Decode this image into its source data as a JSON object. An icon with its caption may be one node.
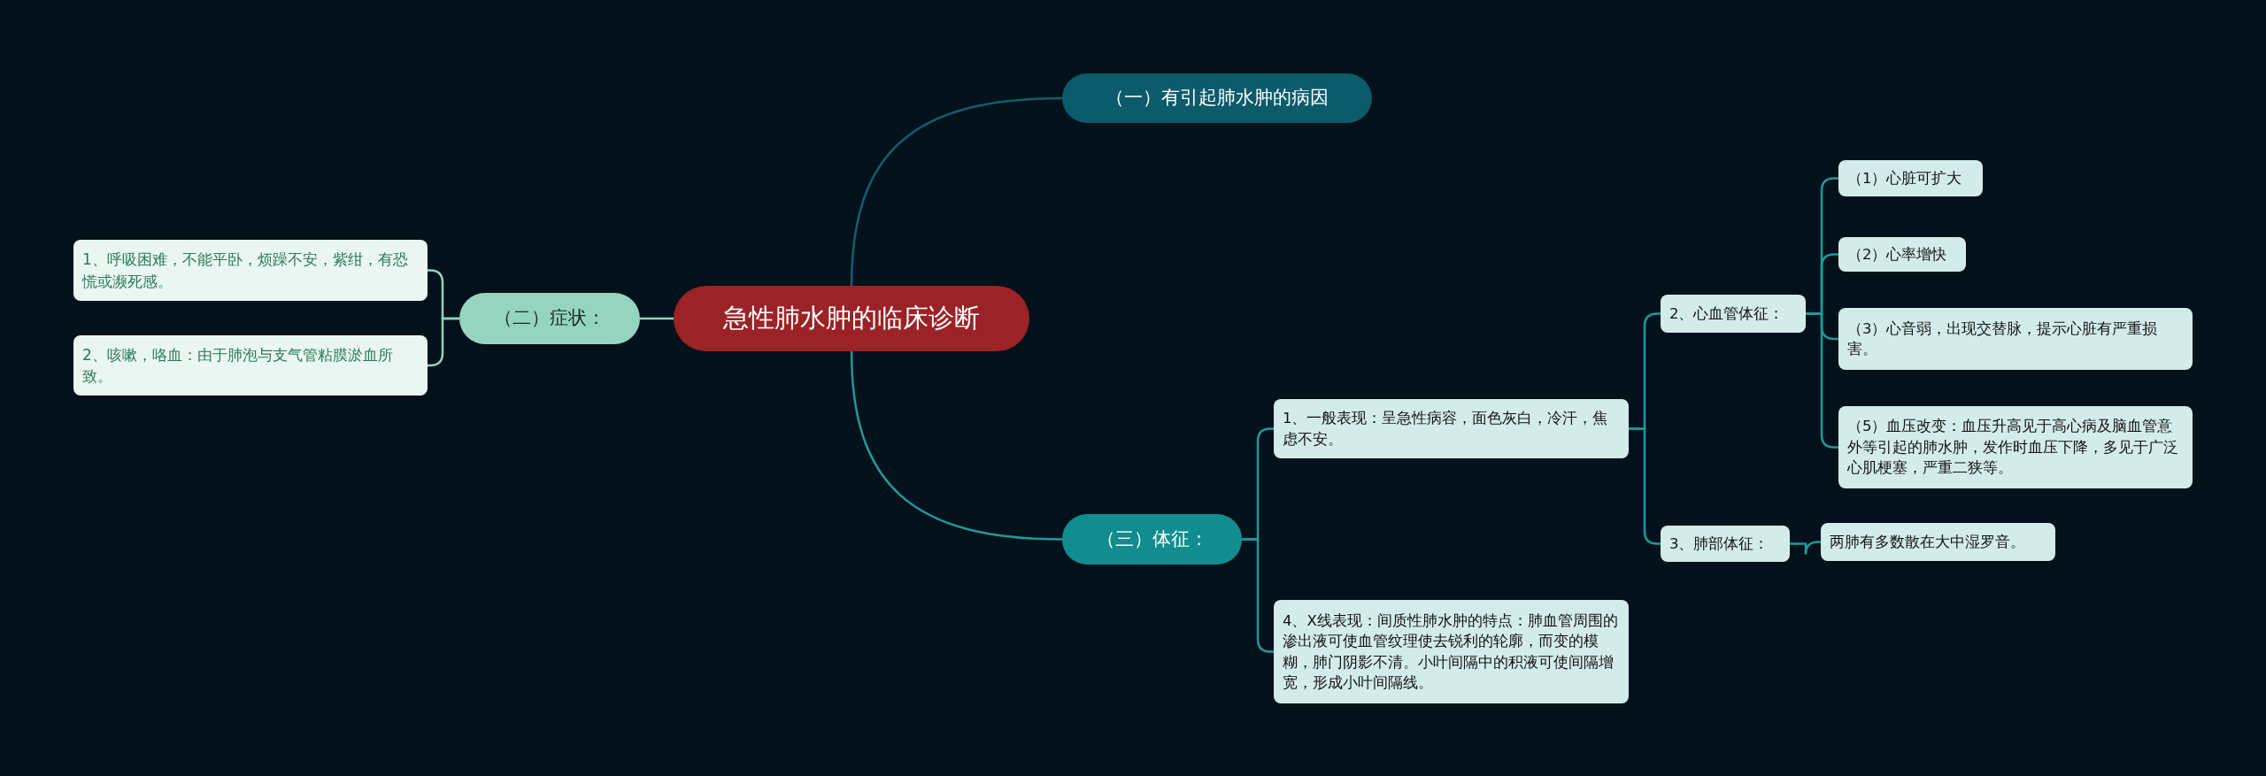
{
  "diagram": {
    "nodes": [
      {
        "text": [
          "急性肺水肿的临床诊断"
        ]
      },
      {
        "text": [
          "（一）有引起肺水肿的病因"
        ]
      },
      {
        "text": [
          "（二）症状："
        ]
      },
      {
        "text": [
          "1、呼吸困难，不能平卧，烦躁不安，紫绀，有恐慌或濒死感。"
        ]
      },
      {
        "text": [
          "2、咳嗽，咯血：由于肺泡与支气管粘膜淤血所致。"
        ]
      },
      {
        "text": [
          "（三）体征："
        ]
      },
      {
        "text": [
          "1、一般表现：呈急性病容，面色灰白，冷汗，焦虑不安。"
        ]
      },
      {
        "text": [
          "4、X线表现：间质性肺水肿的特点：肺血管周围的渗出液可使血管纹理使去锐利的轮廓，而变的模糊，肺门阴影不清。小叶间隔中的积液可使间隔增宽，形成小叶间隔线。"
        ]
      },
      {
        "text": [
          "2、心血管体征："
        ]
      },
      {
        "text": [
          "3、肺部体征："
        ]
      },
      {
        "text": [
          "（1）心脏可扩大"
        ]
      },
      {
        "text": [
          "（2）心率增快"
        ]
      },
      {
        "text": [
          "（3）心音弱，出现交替脉，提示心脏有严重损害。"
        ]
      },
      {
        "text": [
          "（5）血压改变：血压升高见于高心病及脑血管意外等引起的肺水肿，发作时血压下降，多见于广泛心肌梗塞，严重二狭等。"
        ]
      },
      {
        "text": [
          "两肺有多数散在大中湿罗音。"
        ]
      }
    ],
    "edges": [
      {
        "from": 0,
        "to": 1,
        "arrow": "none",
        "color": "#0f5e6e"
      },
      {
        "from": 0,
        "to": 2,
        "arrow": "none",
        "color": "#8fd3bc"
      },
      {
        "from": 0,
        "to": 5,
        "arrow": "none"
      },
      {
        "from": 2,
        "to": 3,
        "arrow": "none",
        "color": "#8fd3bc"
      },
      {
        "from": 2,
        "to": 4,
        "arrow": "none",
        "color": "#8fd3bc"
      },
      {
        "from": 5,
        "to": 6,
        "arrow": "none"
      },
      {
        "from": 5,
        "to": 7,
        "arrow": "none"
      },
      {
        "from": 6,
        "to": 8,
        "arrow": "none"
      },
      {
        "from": 6,
        "to": 9,
        "arrow": "none"
      },
      {
        "from": 8,
        "to": 10,
        "arrow": "none"
      },
      {
        "from": 8,
        "to": 11,
        "arrow": "none"
      },
      {
        "from": 8,
        "to": 12,
        "arrow": "none"
      },
      {
        "from": 8,
        "to": 13,
        "arrow": "none"
      },
      {
        "from": 9,
        "to": 14,
        "arrow": "none"
      }
    ]
  }
}
